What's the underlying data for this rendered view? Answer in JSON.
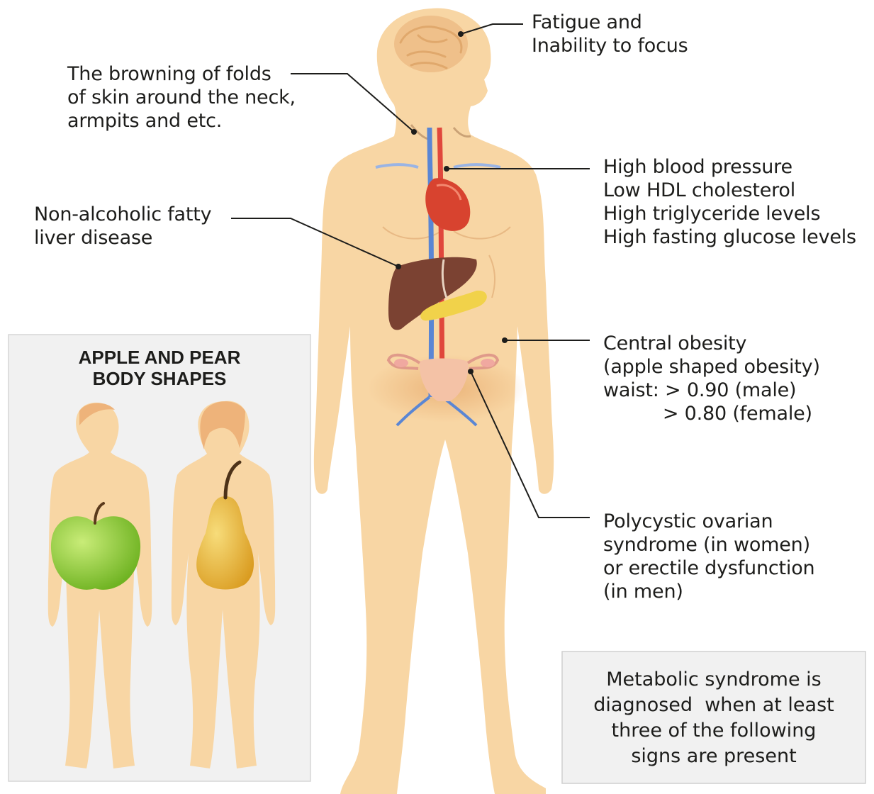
{
  "labels": {
    "fatigue": [
      "Fatigue and",
      "Inability to focus"
    ],
    "skin": [
      "The browning of folds",
      "of skin around the neck,",
      "armpits and etc."
    ],
    "blood": [
      "High blood pressure",
      "Low HDL cholesterol",
      "High triglyceride levels",
      "High fasting glucose levels"
    ],
    "liver": [
      "Non-alcoholic fatty",
      "liver disease"
    ],
    "obesity": [
      "Central obesity",
      "(apple shaped obesity)",
      "waist: > 0.90 (male)",
      "          > 0.80 (female)"
    ],
    "pcos": [
      "Polycystic ovarian",
      "syndrome (in women)",
      "or erectile dysfunction",
      "(in men)"
    ]
  },
  "inset": {
    "title": [
      "APPLE AND PEAR",
      "BODY SHAPES"
    ]
  },
  "note": [
    "Metabolic syndrome is",
    "diagnosed  when at least",
    "three of the following",
    "signs are present"
  ],
  "colors": {
    "skin": "#f8d6a4",
    "skin_shadow": "#efc08a",
    "brain": "#f0c48e",
    "heart": "#d8432f",
    "liver": "#7b4232",
    "pancreas": "#f1d24a",
    "artery": "#e0473c",
    "vein": "#5a86d4",
    "apple": "#8ccf32",
    "pear": "#e3ad2c",
    "inset_bg": "#f1f1f1",
    "leader": "#1d1d1b"
  }
}
